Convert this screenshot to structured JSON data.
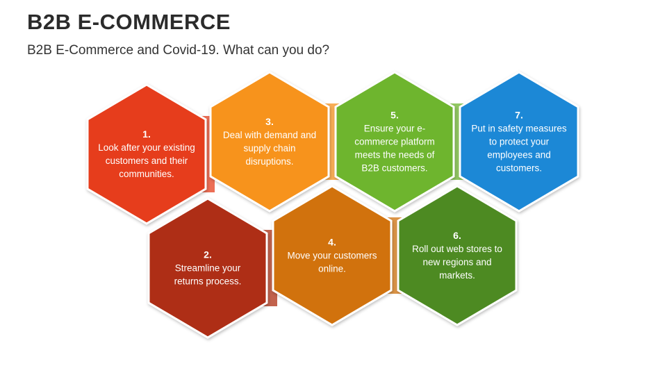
{
  "header": {
    "title": "B2B E-COMMERCE",
    "subtitle": "B2B E-Commerce and Covid-19. What can you do?"
  },
  "hexagons": [
    {
      "number": "1.",
      "text": "Look after your existing customers and their communities.",
      "color": "#E63E1C"
    },
    {
      "number": "2.",
      "text": "Streamline your returns process.",
      "color": "#AE2D12"
    },
    {
      "number": "3.",
      "text": "Deal with demand and supply chain disruptions.",
      "color": "#F7931E"
    },
    {
      "number": "4.",
      "text": "Move your customers online.",
      "color": "#D1720A"
    },
    {
      "number": "5.",
      "text": "Ensure your e-commerce platform meets the needs of B2B customers.",
      "color": "#6EB52E"
    },
    {
      "number": "6.",
      "text": "Roll out web stores to new regions and markets.",
      "color": "#4E8A22"
    },
    {
      "number": "7.",
      "text": "Put in safety measures to protect your employees and customers.",
      "color": "#1E88D6"
    }
  ]
}
